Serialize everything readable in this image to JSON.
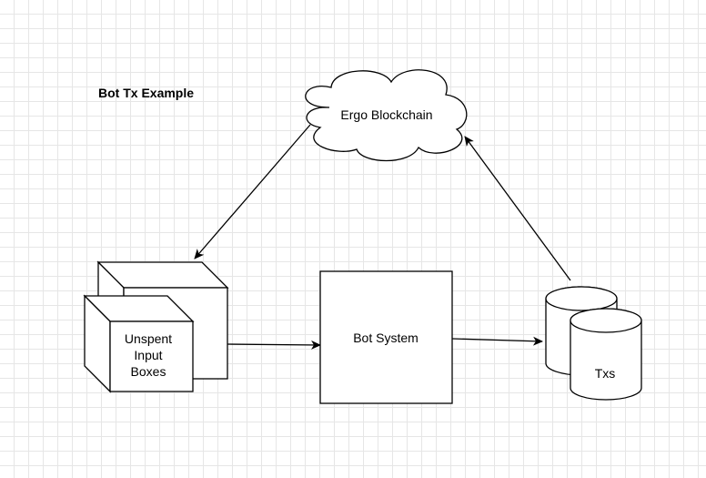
{
  "diagram": {
    "title": "Bot Tx Example",
    "nodes": {
      "blockchain": {
        "label": "Ergo Blockchain",
        "shape": "cloud"
      },
      "inputs": {
        "label_lines": [
          "Unspent",
          "Input",
          "Boxes"
        ],
        "shape": "stacked-cubes"
      },
      "bot": {
        "label": "Bot System",
        "shape": "rectangle"
      },
      "txs": {
        "label": "Txs",
        "shape": "stacked-cylinders"
      }
    },
    "edges": [
      {
        "from": "blockchain",
        "to": "inputs"
      },
      {
        "from": "inputs",
        "to": "bot"
      },
      {
        "from": "bot",
        "to": "txs"
      },
      {
        "from": "txs",
        "to": "blockchain"
      }
    ],
    "colors": {
      "background": "#ffffff",
      "grid": "#e6e6e6",
      "stroke": "#000000",
      "fill": "#ffffff"
    }
  }
}
